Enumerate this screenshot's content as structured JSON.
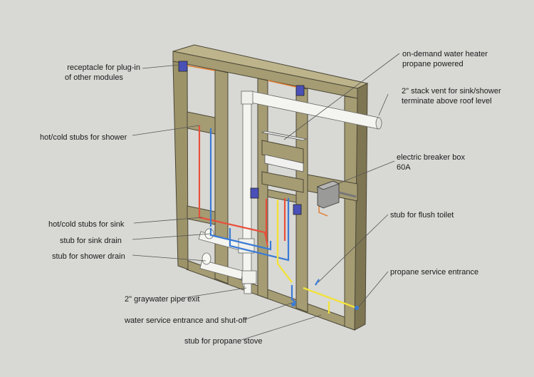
{
  "labels": {
    "receptacle": {
      "line1": "receptacle for plug-in",
      "line2": "of other modules"
    },
    "hot_cold_shower": "hot/cold stubs for shower",
    "hot_cold_sink": "hot/cold stubs for sink",
    "sink_drain": "stub for sink drain",
    "shower_drain": "stub for shower drain",
    "graywater": "2\" graywater pipe exit",
    "water_service": "water service entrance and shut-off",
    "propane_stove": "stub for propane stove",
    "water_heater": {
      "line1": "on-demand water heater",
      "line2": "propane powered"
    },
    "stack_vent": {
      "line1": "2\" stack vent for sink/shower",
      "line2": "terminate above roof level"
    },
    "breaker_box": {
      "line1": "electric breaker box",
      "line2": "60A"
    },
    "flush_toilet": "stub for flush toilet",
    "propane_service": "propane service entrance"
  },
  "colors": {
    "background": "#d8d8d5",
    "wood_face": "#a59c73",
    "wood_side": "#8c835d",
    "wood_top": "#bdb48c",
    "hot_pipe": "#e8503c",
    "cold_pipe": "#3a7bd5",
    "gas_pipe": "#f2e23a",
    "pvc": "#f4f4f0",
    "electrical_box": "#4a50b8",
    "breaker": "#9a9a98",
    "leader_line": "#555555"
  }
}
